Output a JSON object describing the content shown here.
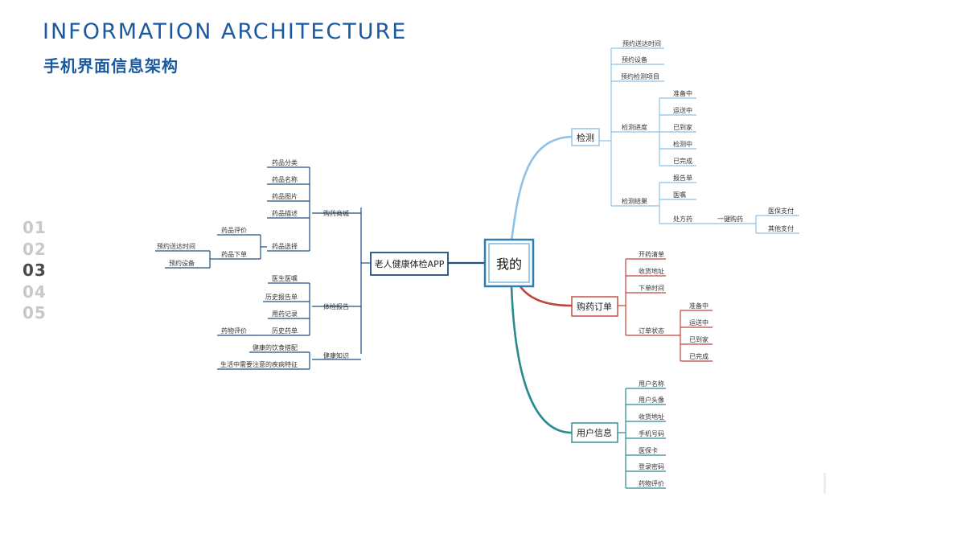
{
  "header": {
    "title_en": "INFORMATION ARCHITECTURE",
    "title_zh": "手机界面信息架构"
  },
  "page_numbers": {
    "items": [
      "01",
      "02",
      "03",
      "04",
      "05"
    ],
    "active": "03"
  },
  "colors": {
    "title": "#1b5aa0",
    "app_branch": "#1f4f82",
    "detect_branch": "#8fc1e6",
    "order_branch": "#c0443a",
    "user_branch": "#2a8a8c",
    "center_border": "#2e7fb0"
  },
  "mindmap": {
    "center": "我的",
    "app": {
      "label": "老人健康体检APP",
      "groups": [
        {
          "label": "购药商城",
          "children": [
            "药品分类",
            "药品名称",
            "药品图片",
            "药品描述",
            "药品选择"
          ],
          "sub": {
            "parent": "药品选择",
            "children": [
              "药品评价",
              "药品下单"
            ],
            "sub": {
              "parent": "药品下单",
              "children": [
                "预约送达时间",
                "预约设备"
              ]
            }
          }
        },
        {
          "label": "体检报告",
          "children": [
            "医生医嘱",
            "历史报告单",
            "用药记录",
            "历史药单"
          ],
          "sub": {
            "parent": "历史药单",
            "children": [
              "药物评价"
            ]
          }
        },
        {
          "label": "健康知识",
          "children": [
            "健康的饮食搭配",
            "生活中需要注意的疾病特征"
          ]
        }
      ]
    },
    "detect": {
      "label": "检测",
      "children": [
        "预约送达时间",
        "预约设备",
        "预约检测项目",
        "检测进度",
        "检测结果"
      ],
      "progress": [
        "准备中",
        "运送中",
        "已到家",
        "检测中",
        "已完成"
      ],
      "results": [
        "报告单",
        "医嘱",
        "处方药"
      ],
      "rx_label": "一键购药",
      "pay": [
        "医保支付",
        "其他支付"
      ]
    },
    "order": {
      "label": "购药订单",
      "children": [
        "开药清单",
        "收货地址",
        "下单时间",
        "订单状态"
      ],
      "status": [
        "准备中",
        "运送中",
        "已到家",
        "已完成"
      ]
    },
    "user": {
      "label": "用户信息",
      "children": [
        "用户名称",
        "用户头像",
        "收货地址",
        "手机号码",
        "医保卡",
        "登录密码",
        "药物评价"
      ]
    }
  }
}
